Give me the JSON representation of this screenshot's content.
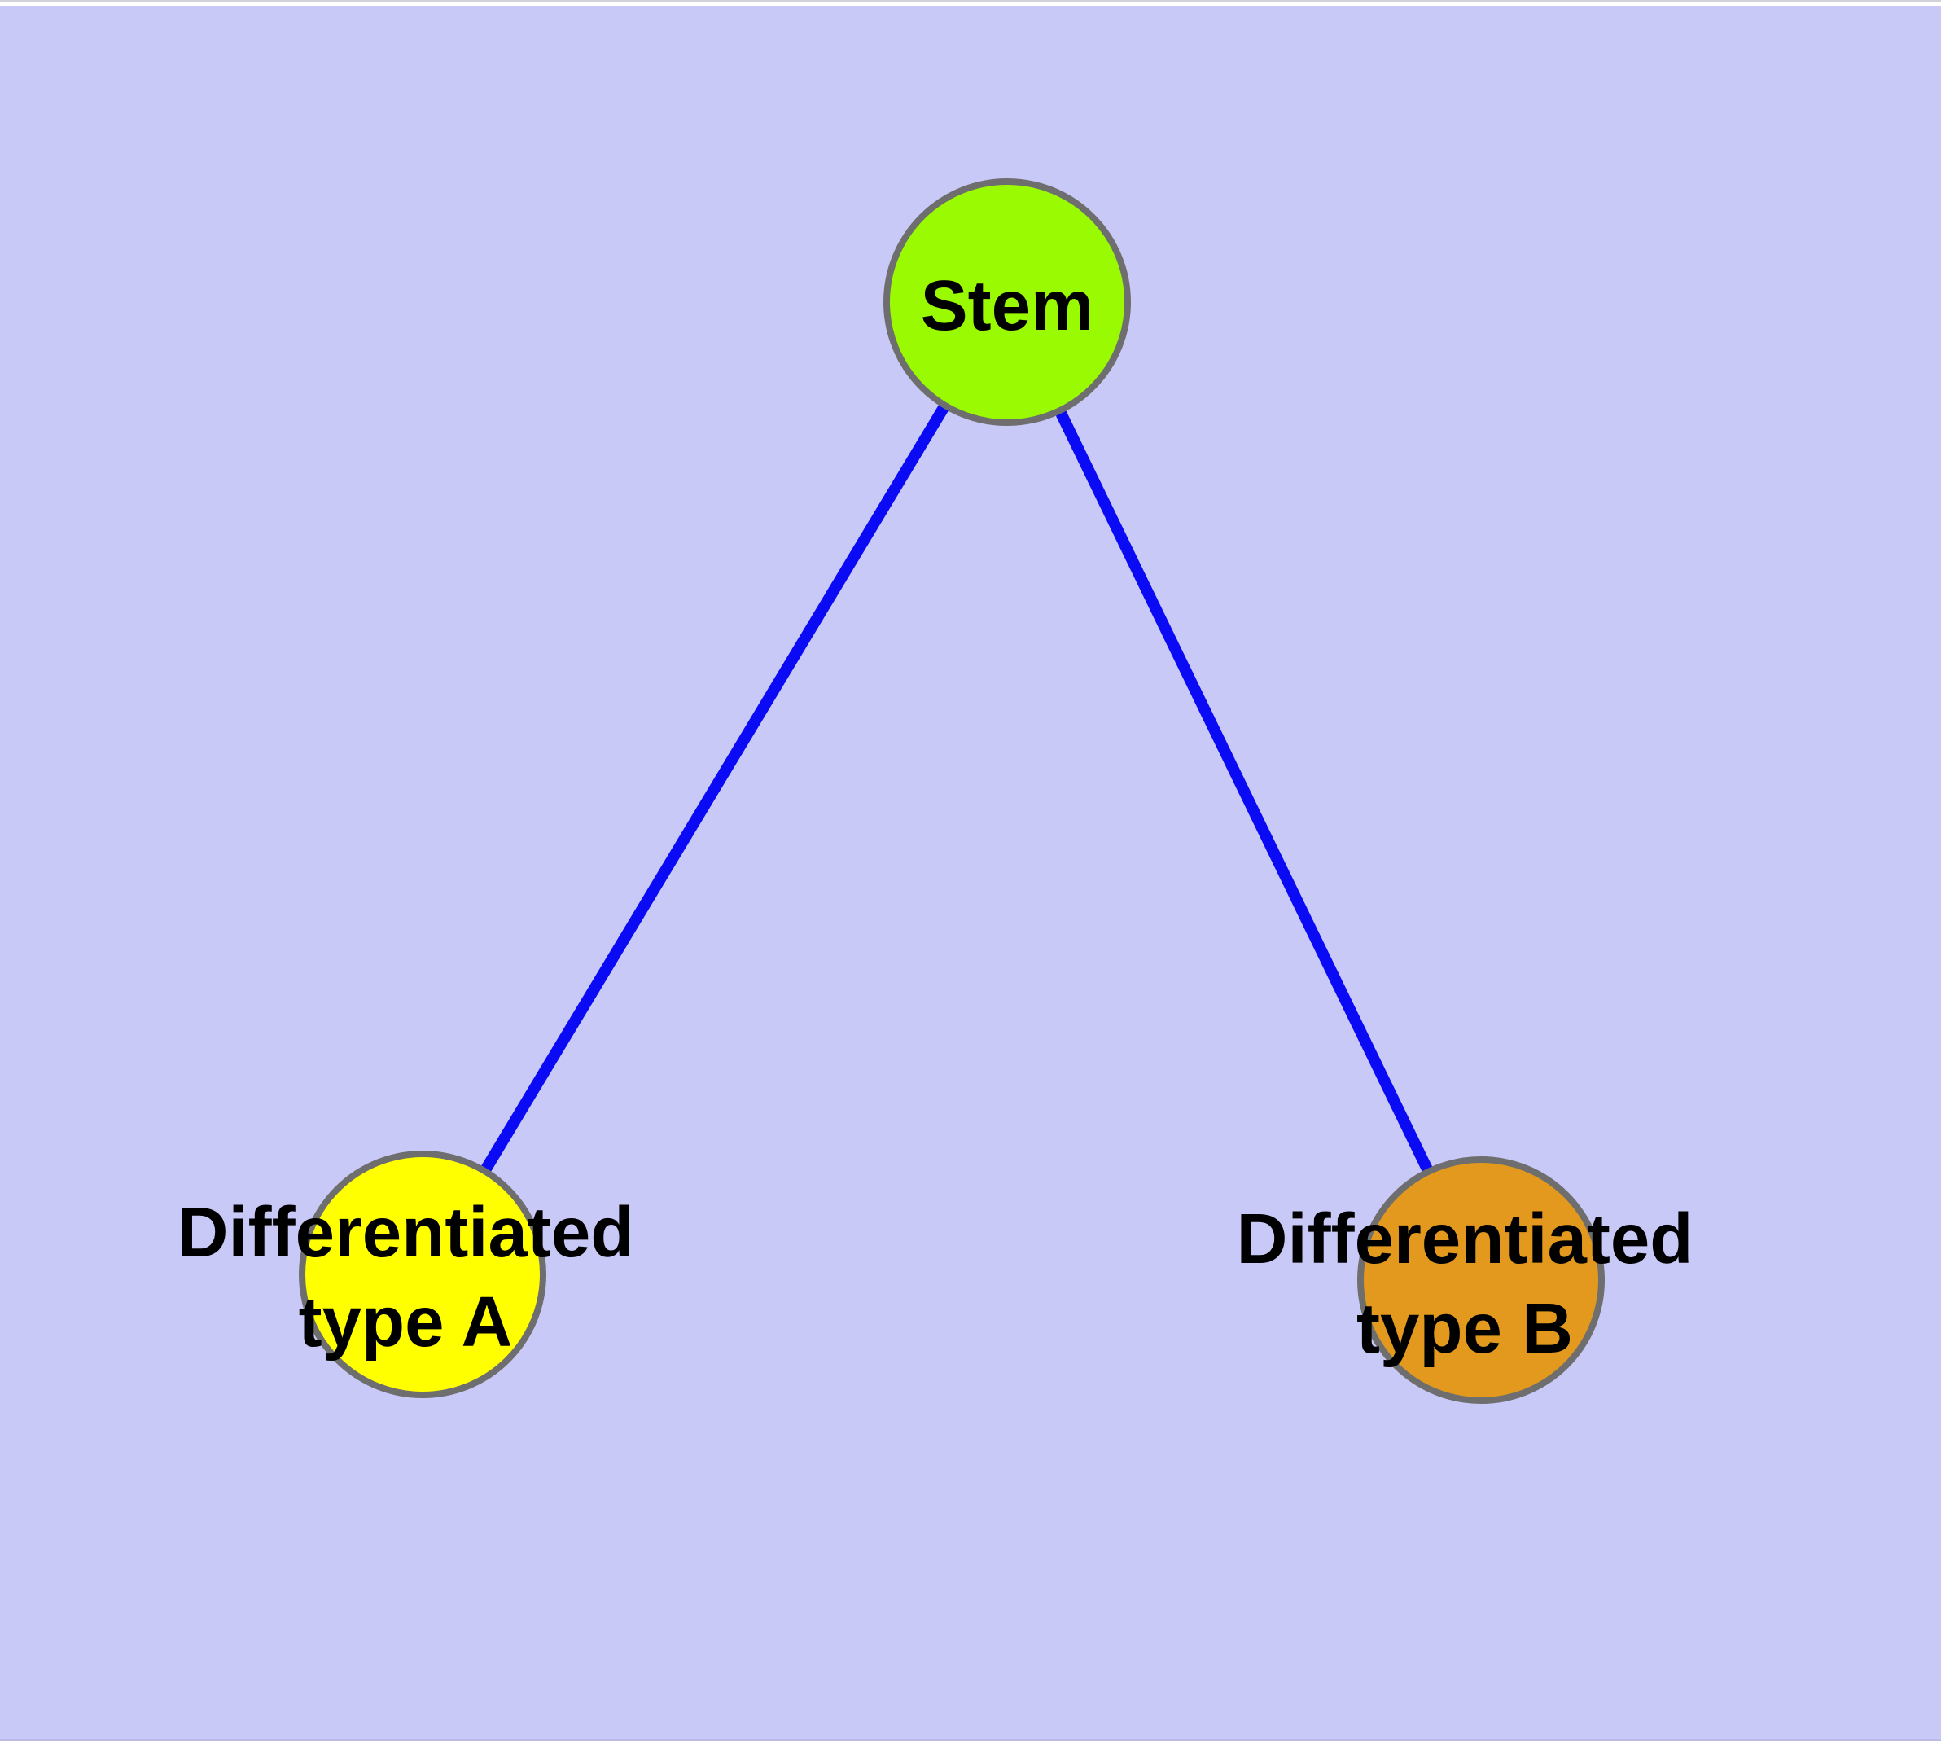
{
  "diagram": {
    "type": "graph",
    "colors": {
      "background": "#c9c9f7",
      "edge": "#0a0af5",
      "node_border": "#6e6e6e",
      "stem_fill": "#9afa02",
      "type_a_fill": "#ffff00",
      "type_b_fill": "#e2991d",
      "label_text": "#000000"
    },
    "nodes": {
      "stem": {
        "label": "Stem"
      },
      "type_a": {
        "line1": "Differentiated",
        "line2": "type A"
      },
      "type_b": {
        "line1": "Differentiated",
        "line2": "type B"
      }
    },
    "edges": [
      {
        "from": "Stem",
        "to": "Differentiated type A"
      },
      {
        "from": "Stem",
        "to": "Differentiated type B"
      }
    ]
  }
}
